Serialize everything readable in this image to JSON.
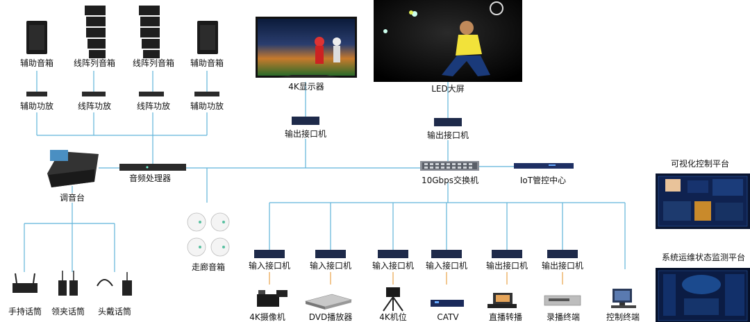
{
  "speakers": {
    "aux_left": "辅助音箱",
    "line_array_1": "线阵列音箱",
    "line_array_2": "线阵列音箱",
    "aux_right": "辅助音箱"
  },
  "amps": {
    "aux_left": "辅助功放",
    "line_array_1": "线阵功放",
    "line_array_2": "线阵功放",
    "aux_right": "辅助功放"
  },
  "mixer": "调音台",
  "audio_processor": "音频处理器",
  "corridor_speakers": "走廊音箱",
  "mics": {
    "handheld": "手持话筒",
    "lavalier": "领夹话筒",
    "headset": "头戴话筒"
  },
  "display_4k": "4K显示器",
  "led_screen": "LED大屏",
  "output_box_1": "输出接口机",
  "output_box_2": "输出接口机",
  "switch": "10Gbps交换机",
  "iot_center": "IoT管控中心",
  "visual_platform": "可视化控制平台",
  "monitor_platform": "系统运维状态监测平台",
  "bottom_boxes": [
    "输入接口机",
    "输入接口机",
    "输入接口机",
    "输入接口机",
    "输出接口机",
    "输出接口机"
  ],
  "bottom_devices": [
    "4K摄像机",
    "DVD播放器",
    "4K机位",
    "CATV",
    "直播转播",
    "录播终端",
    "控制终端"
  ]
}
